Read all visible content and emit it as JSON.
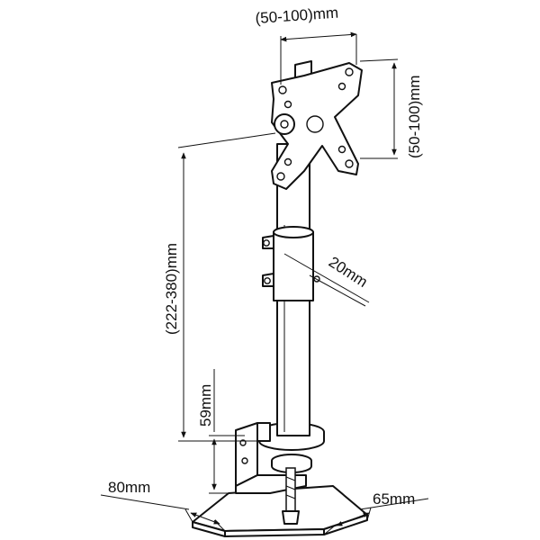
{
  "dimensions": {
    "vesa_width": "(50-100)mm",
    "vesa_height": "(50-100)mm",
    "height_range": "(222-380)mm",
    "pole_diameter": "20mm",
    "clamp_height": "59mm",
    "base_depth": "80mm",
    "base_width": "65mm"
  }
}
